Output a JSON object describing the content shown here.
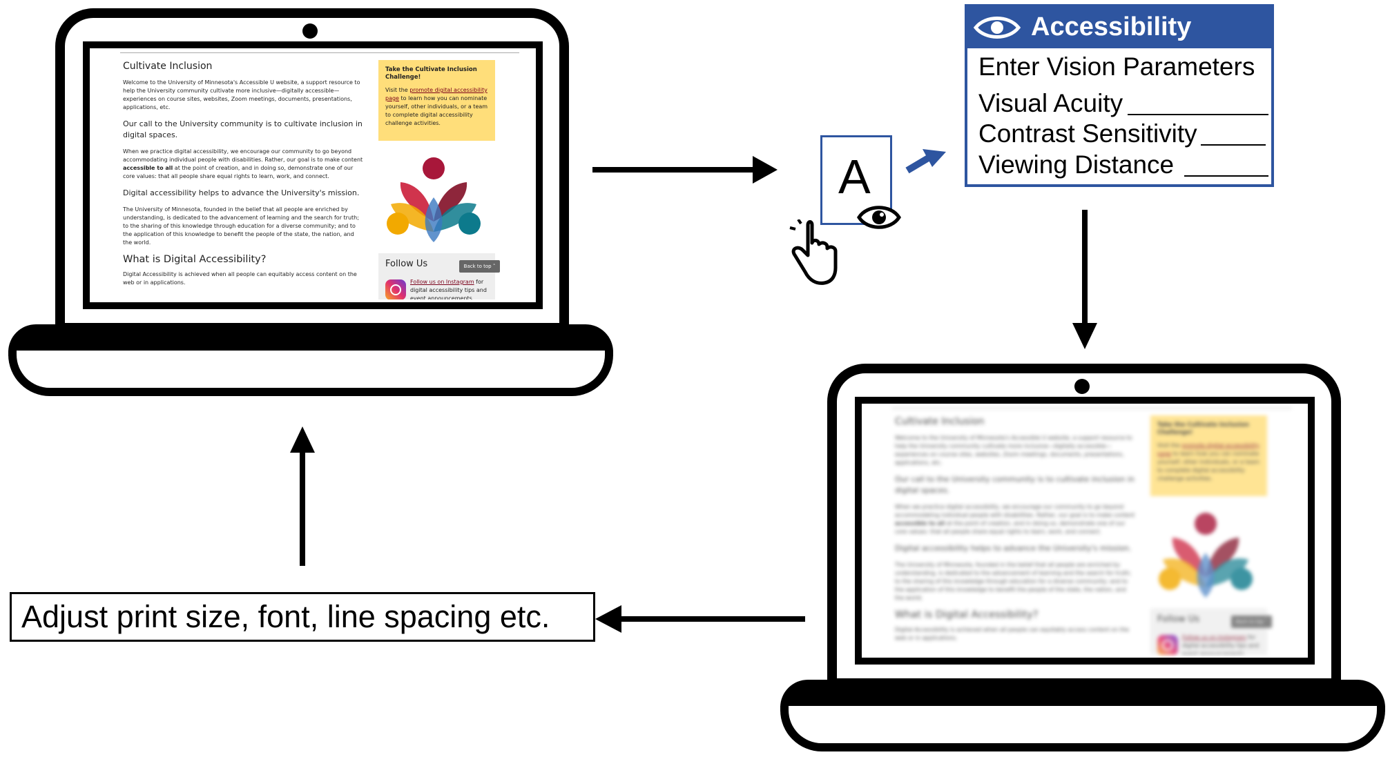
{
  "screen_page": {
    "title": "Cultivate Inclusion",
    "intro": "Welcome to the University of Minnesota's Accessible U website, a support resource to help the University community cultivate more inclusive—digitally accessible—experiences on course sites, websites, Zoom meetings, documents, presentations, applications, etc.",
    "call": "Our call to the University community is to cultivate inclusion in digital spaces.",
    "practice_a": "When we practice digital accessibility, we encourage our community to go beyond accommodating individual people with disabilities. Rather, our goal is to make content ",
    "practice_bold": "accessible to all",
    "practice_b": " at the point of creation, and in doing so, demonstrate one of our core values: that all people share equal rights to learn, work, and connect.",
    "mission_heading": "Digital accessibility helps to advance the University's mission.",
    "mission_text": "The University of Minnesota, founded in the belief that all people are enriched by understanding, is dedicated to the advancement of learning and the search for truth; to the sharing of this knowledge through education for a diverse community; and to the application of this knowledge to benefit the people of the state, the nation, and the world.",
    "what_heading": "What is Digital Accessibility?",
    "what_text": "Digital Accessibility is achieved when all people can equitably access content on the web or in applications.",
    "callout_title": "Take the Cultivate Inclusion Challenge!",
    "callout_pre": "Visit the ",
    "callout_link": "promote digital accessibility page",
    "callout_post": " to learn how you can nominate yourself, other individuals, or a team to complete digital accessibility challenge activities.",
    "follow_title": "Follow Us",
    "follow_link": "Follow us on Instagram",
    "follow_post": " for digital accessibility tips and event announcements.",
    "back_to_top": "Back to top ˄"
  },
  "panel": {
    "title": "Accessibility",
    "subtitle": "Enter Vision Parameters",
    "fields": [
      "Visual Acuity",
      "Contrast Sensitivity",
      "Viewing Distance"
    ]
  },
  "icon_letter": "A",
  "caption": "Adjust print size, font, line spacing etc.",
  "colors": {
    "accent_blue": "#2e55a0",
    "callout_yellow": "#ffde7a",
    "umn_maroon": "#7a0019"
  },
  "icons": [
    "eye-icon",
    "hand-pointer-icon",
    "instagram-icon",
    "flower-logo"
  ]
}
